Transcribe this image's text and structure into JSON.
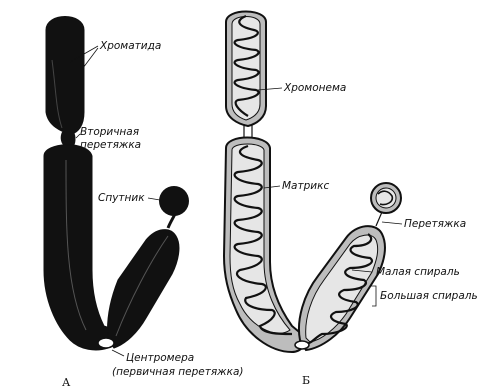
{
  "panels": {
    "left": "А",
    "right": "Б"
  },
  "labels_left": {
    "chromatid": "Хроматида",
    "secondary_constriction_line1": "Вторичная",
    "secondary_constriction_line2": "перетяжка",
    "satellite": "Спутник",
    "centromere_line1": "Центромера",
    "centromere_line2": "(первичная перетяжка)"
  },
  "labels_right": {
    "chromonema": "Хромонема",
    "matrix": "Матрикс",
    "constriction": "Перетяжка",
    "small_spiral": "Малая спираль",
    "big_spiral": "Большая спираль"
  },
  "colors": {
    "chromosome_fill": "#111111",
    "outline": "#111111",
    "matrix_fill": "#bdbdbd",
    "background": "#ffffff"
  }
}
